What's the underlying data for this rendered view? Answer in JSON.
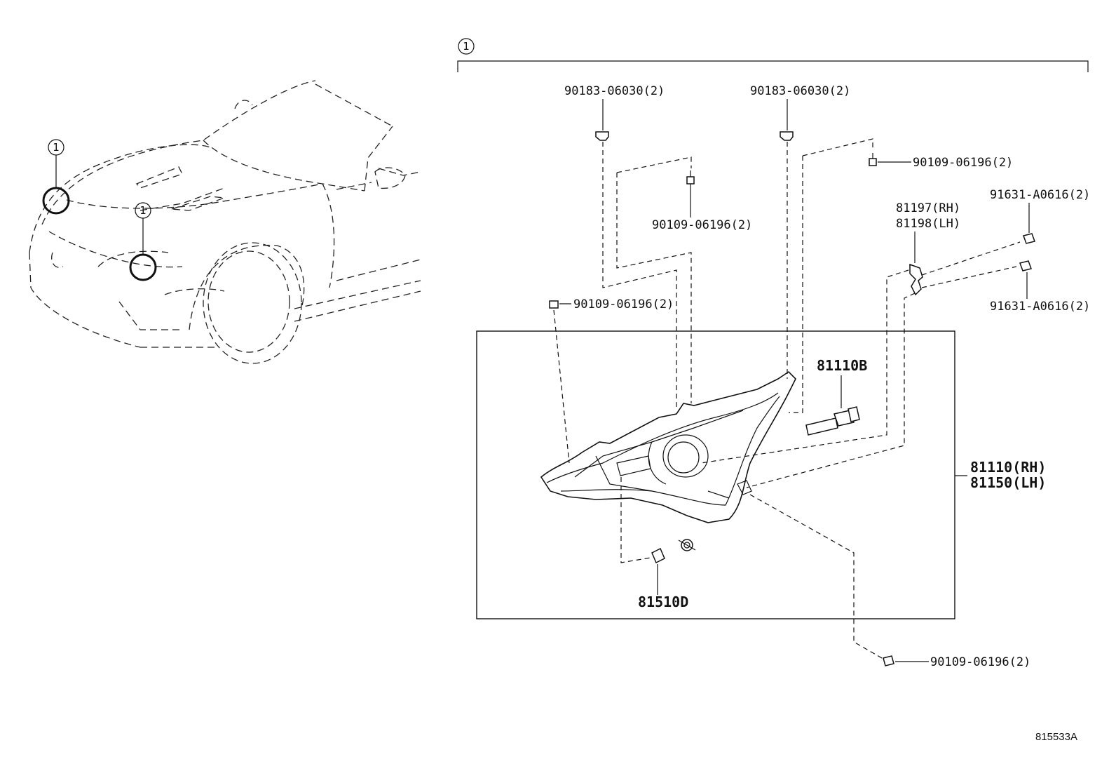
{
  "diagram": {
    "callout_number": "1",
    "labels": {
      "clip_left": "90183-06030(2)",
      "clip_right": "90183-06030(2)",
      "screw_top_right": "90109-06196(2)",
      "screw_upper_mid": "90109-06196(2)",
      "screw_left": "90109-06196(2)",
      "screw_bottom": "90109-06196(2)",
      "bracket_rh": "81197(RH)",
      "bracket_lh": "81198(LH)",
      "bolt_upper": "91631-A0616(2)",
      "bolt_lower": "91631-A0616(2)",
      "bulb_hid": "81110B",
      "assembly_rh": "81110(RH)",
      "assembly_lh": "81150(LH)",
      "bulb_small": "81510D"
    },
    "figure_code": "815533A"
  }
}
